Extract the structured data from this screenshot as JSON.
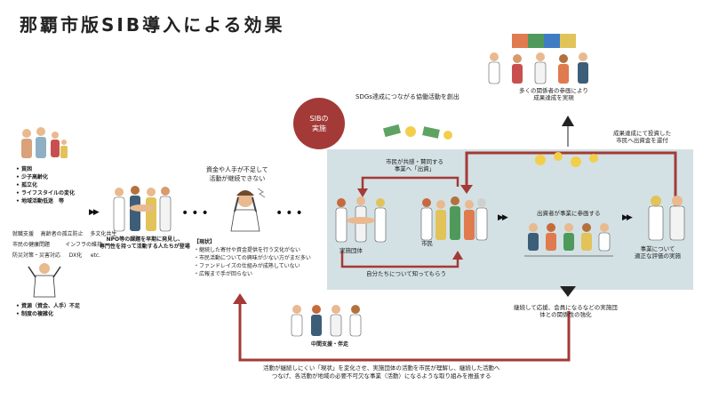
{
  "title": "那覇市版SIB導入による効果",
  "sib_badge": {
    "line1": "SIBの",
    "line2": "実施"
  },
  "left_issues": {
    "bullets": [
      "貧困",
      "少子高齢化",
      "孤立化",
      "ライフスタイルの変化",
      "地域活動低迷　等"
    ],
    "issue_row1": [
      "就職支援",
      "高齢者の孤立防止",
      "多文化共生"
    ],
    "issue_row2": [
      "市民の健康問題",
      "インフラの維持"
    ],
    "issue_row3": [
      "防災対策・災害対応",
      "DX化",
      "etc."
    ],
    "resources": [
      "資源（資金、人手）不足",
      "制度の複雑化"
    ]
  },
  "npo": {
    "line1": "NPO等の課題を早期に発見し、",
    "line2": "専門性を持って活動する人たちが登場"
  },
  "funding": {
    "line1": "資金や人手が不足して",
    "line2": "活動が継続できない"
  },
  "status": {
    "heading": "【現状】",
    "items": [
      "継続した寄付や資金提供を行う文化がない",
      "市民活動についての興味が少ない方がまだ多い",
      "ファンドレイズの仕組みが成熟していない",
      "広報まで手が回らない"
    ]
  },
  "sdgs_text": "SDGs達成につながる協働活動を創出",
  "puzzle_caption": {
    "line1": "多くの関係者の参画により",
    "line2": "成果達成を実現"
  },
  "return_text": {
    "line1": "成果達成にて投資した",
    "line2": "市民へ出資金を還付"
  },
  "citizen_invest": {
    "line1": "市民が共感・賛同する",
    "line2": "事業へ「出資」"
  },
  "investors_join": "出資者が事業に参画する",
  "evaluation": {
    "line1": "事業について",
    "line2": "適正な評価の実施"
  },
  "labels": {
    "org": "実施団体",
    "citizen": "市民"
  },
  "know_us": "自分たちについて知ってもらう",
  "strengthen": {
    "line1": "継続して応援、会員になるなどの実施団",
    "line2": "体との関係性の強化"
  },
  "intermediary": "中間支援・伴走",
  "bottom": {
    "line1": "活動が継続しにくい「現状」を変化させ、実施団体の活動を市民が理解し、継続した活動へ",
    "line2": "つなげ、各活動が地域の必要不可欠な事業（活動）になるような取り組みを推進する"
  },
  "colors": {
    "accent_red": "#a33a37",
    "panel": "#d3e1e4",
    "arrow_dark": "#222222"
  }
}
